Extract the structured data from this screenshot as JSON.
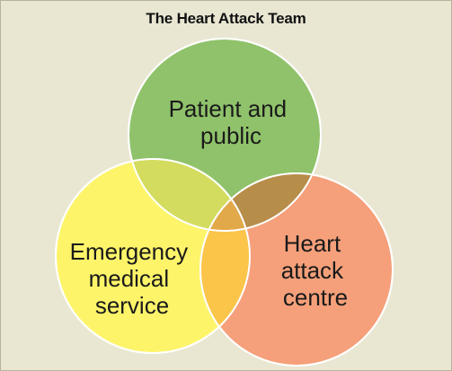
{
  "title": "The Heart Attack Team",
  "circles": [
    {
      "id": "patient",
      "lines": [
        "Patient and",
        "public"
      ],
      "color": "#8fc26a"
    },
    {
      "id": "ems",
      "lines": [
        "Emergency",
        "medical",
        "service"
      ],
      "color": "#fdf46a"
    },
    {
      "id": "centre",
      "lines": [
        "Heart",
        "attack",
        "centre"
      ],
      "color": "#f5a07a"
    }
  ],
  "overlap_colors": {
    "patient_ems": "#d3dc5e",
    "patient_centre": "#b78d4a",
    "ems_centre": "#fbc54a",
    "all": "#e2a94a"
  },
  "border_color": "#b8b49a",
  "background": "#e9e6d2"
}
